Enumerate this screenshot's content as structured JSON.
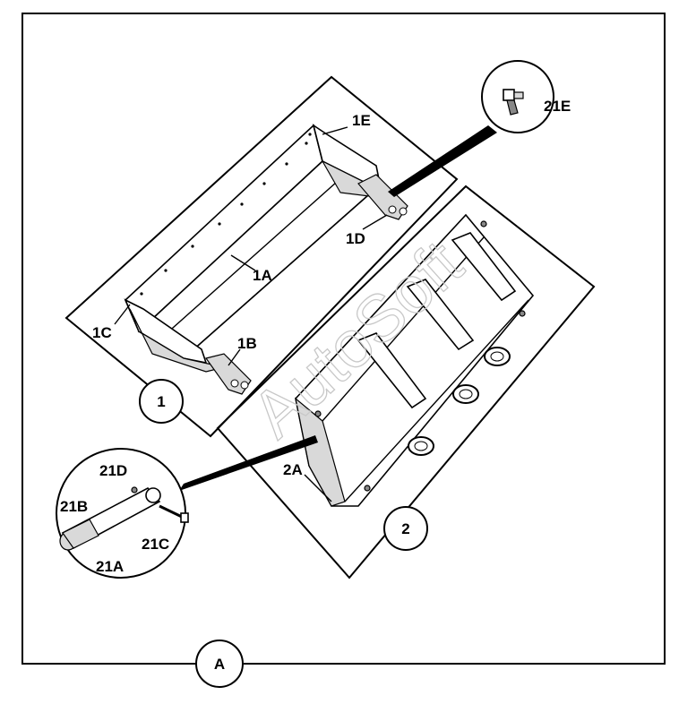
{
  "figure_letter": "A",
  "callouts": {
    "assembly_1": "1",
    "assembly_2": "2"
  },
  "labels": {
    "part_1A": "1A",
    "part_1B": "1B",
    "part_1C": "1C",
    "part_1D": "1D",
    "part_1E": "1E",
    "part_2A": "2A",
    "part_21A": "21A",
    "part_21B": "21B",
    "part_21C": "21C",
    "part_21D": "21D",
    "part_21E": "21E"
  },
  "watermark": "AutoSoft"
}
